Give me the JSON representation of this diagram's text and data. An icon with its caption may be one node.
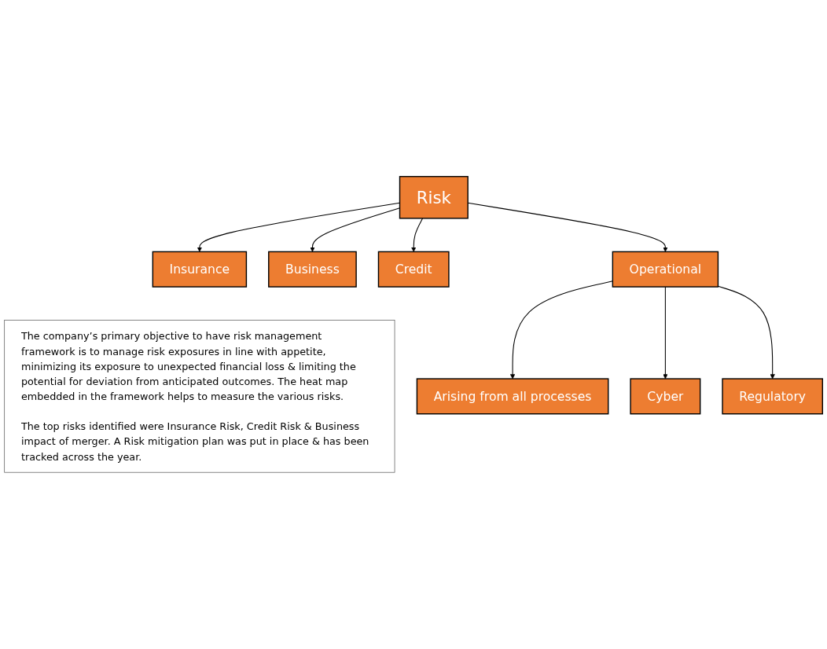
{
  "diagram": {
    "nodes": [
      {
        "text": [
          "Risk"
        ]
      },
      {
        "text": [
          "Insurance"
        ]
      },
      {
        "text": [
          "Business"
        ]
      },
      {
        "text": [
          "Credit"
        ]
      },
      {
        "text": [
          "Operational"
        ]
      },
      {
        "text": [
          "Arising from all processes"
        ]
      },
      {
        "text": [
          "Cyber"
        ]
      },
      {
        "text": [
          "Regulatory"
        ]
      },
      {
        "text": [
          "The company’s primary objective to have risk management framework is to manage risk exposures in line with appetite, minimizing its exposure to unexpected financial loss & limiting the potential for deviation from anticipated outcomes. The heat map embedded in the framework helps to measure the various risks.",
          "The top risks identified were Insurance Risk, Credit Risk & Business impact of merger. A Risk mitigation plan was put in place & has been tracked across the year."
        ]
      }
    ],
    "edges": [
      {
        "from": 0,
        "to": 1,
        "arrow": "to"
      },
      {
        "from": 0,
        "to": 2,
        "arrow": "to"
      },
      {
        "from": 0,
        "to": 3,
        "arrow": "to"
      },
      {
        "from": 0,
        "to": 4,
        "arrow": "to"
      },
      {
        "from": 4,
        "to": 5,
        "arrow": "to"
      },
      {
        "from": 4,
        "to": 6,
        "arrow": "to"
      },
      {
        "from": 4,
        "to": 7,
        "arrow": "to"
      }
    ]
  }
}
